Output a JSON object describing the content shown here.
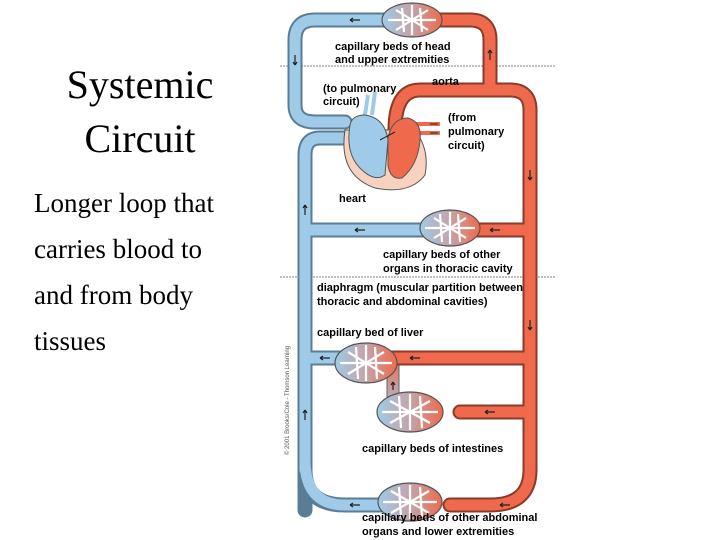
{
  "slide": {
    "title_lines": [
      "Systemic",
      "Circuit"
    ],
    "body_lines": [
      "Longer loop that",
      "carries blood to",
      "and from body",
      "tissues"
    ]
  },
  "diagram": {
    "colors": {
      "oxygenated": "#ef6a4c",
      "deoxygenated": "#9fcbe8",
      "outline": "#555555",
      "heart_pericardium": "#f8d2c0",
      "divider": "#999999"
    },
    "labels": {
      "head": [
        "capillary beds of head",
        "and upper extremities"
      ],
      "aorta": "aorta",
      "to_pulmonary": [
        "(to pulmonary",
        "circuit)"
      ],
      "from_pulmonary": [
        "(from",
        "pulmonary",
        "circuit)"
      ],
      "heart": "heart",
      "thoracic": [
        "capillary beds of other",
        "organs in thoracic cavity"
      ],
      "diaphragm": [
        "diaphragm (muscular partition between",
        "thoracic and abdominal cavities)"
      ],
      "liver": "capillary bed of liver",
      "intestines": "capillary beds of intestines",
      "lower": [
        "capillary beds of other abdominal",
        "organs and lower extremities"
      ],
      "copyright": "© 2001 Brooks/Cole - Thomson Learning"
    }
  }
}
